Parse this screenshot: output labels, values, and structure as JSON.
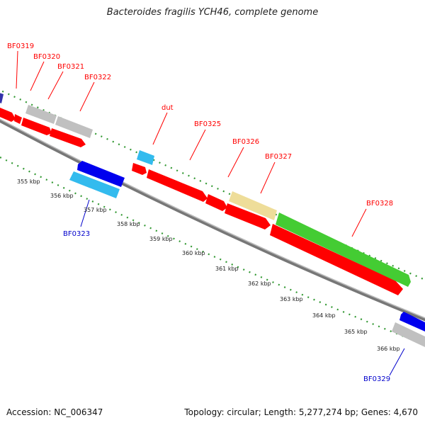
{
  "title": "Bacteroides fragilis YCH46, complete genome",
  "footer": {
    "accession": "Accession: NC_006347",
    "summary": "Topology: circular; Length: 5,277,274 bp; Genes: 4,670"
  },
  "colors": {
    "red": "#ff0000",
    "grey": "#cccccc",
    "cyan": "#33ccff",
    "blue": "#0000ff",
    "yellow": "#f0e68c",
    "green": "#44cc33",
    "dark_blue": "#3333aa",
    "backbone": "#888888",
    "dots": "#339933",
    "label_red": "#ff0000",
    "label_blue": "#0000cc"
  },
  "gene_labels": [
    {
      "id": "BF0319",
      "text": "BF0319",
      "color": "red"
    },
    {
      "id": "BF0320",
      "text": "BF0320",
      "color": "red"
    },
    {
      "id": "BF0321",
      "text": "BF0321",
      "color": "red"
    },
    {
      "id": "BF0322",
      "text": "BF0322",
      "color": "red"
    },
    {
      "id": "dut",
      "text": "dut",
      "color": "red"
    },
    {
      "id": "BF0325",
      "text": "BF0325",
      "color": "red"
    },
    {
      "id": "BF0326",
      "text": "BF0326",
      "color": "red"
    },
    {
      "id": "BF0327",
      "text": "BF0327",
      "color": "red"
    },
    {
      "id": "BF0328",
      "text": "BF0328",
      "color": "red"
    },
    {
      "id": "BF0323",
      "text": "BF0323",
      "color": "blue"
    },
    {
      "id": "BF0329",
      "text": "BF0329",
      "color": "blue"
    }
  ],
  "ticks": [
    "355 kbp",
    "356 kbp",
    "357 kbp",
    "358 kbp",
    "359 kbp",
    "360 kbp",
    "361 kbp",
    "362 kbp",
    "363 kbp",
    "364 kbp",
    "365 kbp",
    "366 kbp"
  ]
}
